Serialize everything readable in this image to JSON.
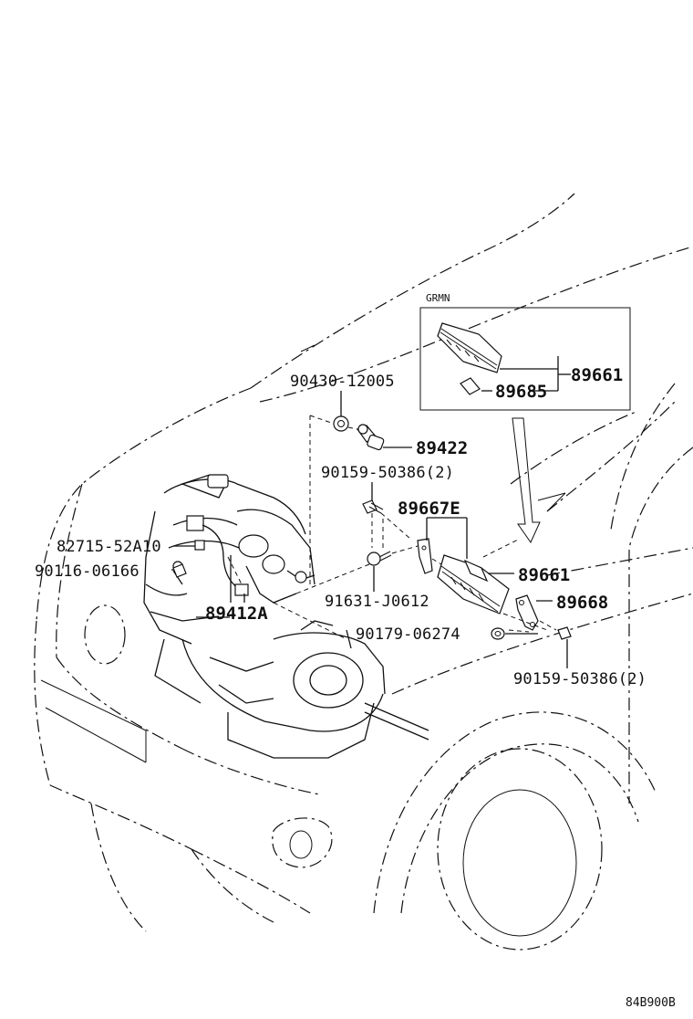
{
  "diagram": {
    "inset_title": "GRMN",
    "reference_code": "84B900B",
    "labels": {
      "p90430": "90430-12005",
      "p89422": "89422",
      "p90159a": "90159-50386(2)",
      "p89667e": "89667E",
      "p82715": "82715-52A10",
      "p90116": "90116-06166",
      "p89412a": "89412A",
      "p91631": "91631-J0612",
      "p90179": "90179-06274",
      "p89661": "89661",
      "p89668": "89668",
      "p90159b": "90159-50386(2)",
      "inset89661": "89661",
      "inset89685": "89685"
    }
  }
}
